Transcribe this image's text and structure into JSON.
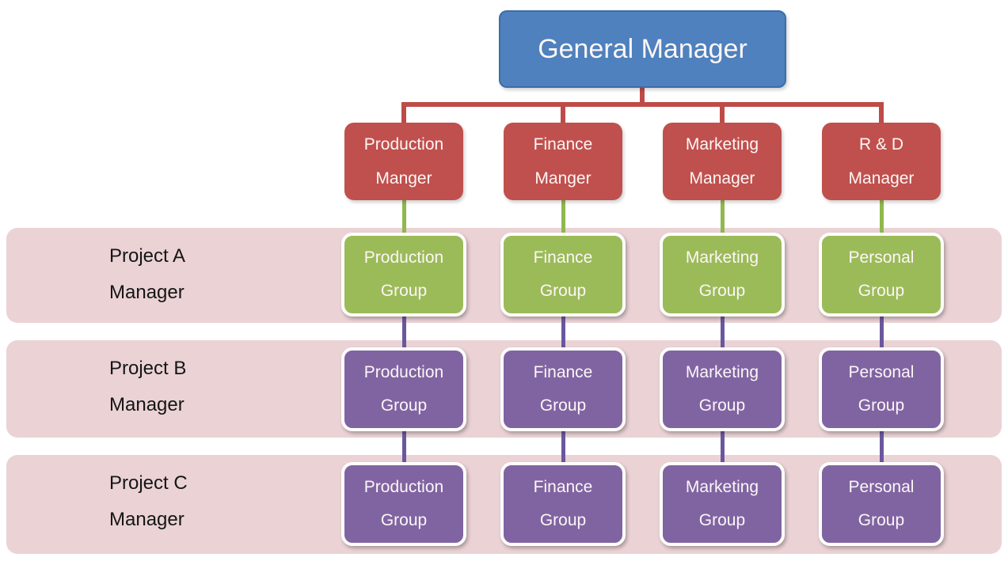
{
  "chart_type": "org-chart-matrix",
  "colors": {
    "root_node": "#4E81BD",
    "manager_node": "#C0504D",
    "group_node_row_a": "#9BBB59",
    "group_node_rows_bc": "#8064A2",
    "project_band": "#EAD2D5",
    "connector_red": "#BE4B48",
    "connector_green": "#8FB84E",
    "connector_purple": "#6B579E",
    "node_text": "#FFFFFF",
    "band_text": "#151515"
  },
  "root_node": {
    "label": "General Manager"
  },
  "functional_managers": [
    {
      "label": "Production\nManger"
    },
    {
      "label": "Finance\nManger"
    },
    {
      "label": "Marketing\nManager"
    },
    {
      "label": "R & D\nManager"
    }
  ],
  "project_rows": [
    {
      "label": "Project A\nManager",
      "groups": [
        {
          "label": "Production\nGroup"
        },
        {
          "label": "Finance\nGroup"
        },
        {
          "label": "Marketing\nGroup"
        },
        {
          "label": "Personal\nGroup"
        }
      ]
    },
    {
      "label": "Project B\nManager",
      "groups": [
        {
          "label": "Production\nGroup"
        },
        {
          "label": "Finance\nGroup"
        },
        {
          "label": "Marketing\nGroup"
        },
        {
          "label": "Personal\nGroup"
        }
      ]
    },
    {
      "label": "Project C\nManager",
      "groups": [
        {
          "label": "Production\nGroup"
        },
        {
          "label": "Finance\nGroup"
        },
        {
          "label": "Marketing\nGroup"
        },
        {
          "label": "Personal\nGroup"
        }
      ]
    }
  ]
}
